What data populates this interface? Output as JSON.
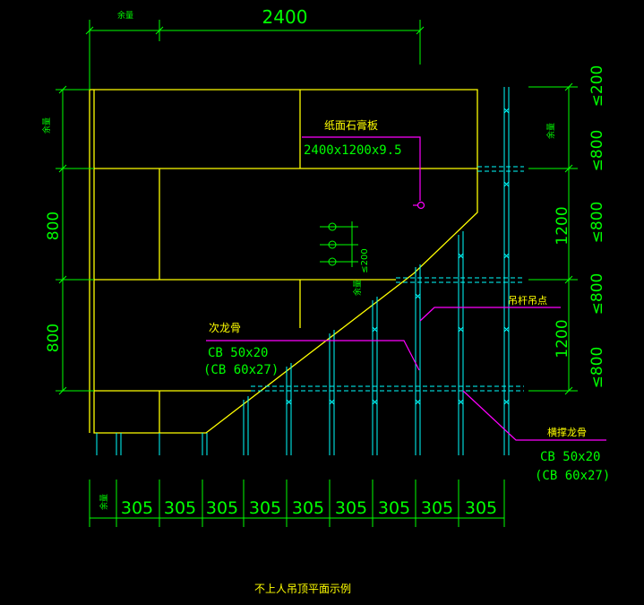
{
  "title": "不上人吊顶平面示例",
  "colors": {
    "background": "#000000",
    "board": "#ffff00",
    "dimension": "#00ff00",
    "keel": "#00ffff",
    "leader": "#ff00ff",
    "note_text": "#ffff00",
    "spec_text": "#00ff00"
  },
  "dimensions": {
    "top_remainder": "余量",
    "top_width": "2400",
    "left_remainder": "余量",
    "left_800_a": "800",
    "left_800_b": "800",
    "right_200": "≤200",
    "right_remainder": "余量",
    "right_800_a": "≤800",
    "right_800_b": "≤800",
    "right_800_c": "≤800",
    "right_800_d": "≤800",
    "right_1200_a": "1200",
    "right_1200_b": "1200",
    "bottom_remainder": "余量",
    "bottom_spacing": [
      "305",
      "305",
      "305",
      "305",
      "305",
      "305",
      "305",
      "305",
      "305"
    ],
    "inner_spacing": "≤200",
    "inner_remainder": "余量"
  },
  "labels": {
    "board_name": "纸面石膏板",
    "board_size": "2400x1200x9.5",
    "secondary_keel": "次龙骨",
    "secondary_keel_spec_1": "CB 50x20",
    "secondary_keel_spec_2": "(CB 60x27)",
    "hanger_point": "吊杆吊点",
    "cross_keel": "横撑龙骨",
    "cross_keel_spec_1": "CB 50x20",
    "cross_keel_spec_2": "(CB 60x27)"
  }
}
